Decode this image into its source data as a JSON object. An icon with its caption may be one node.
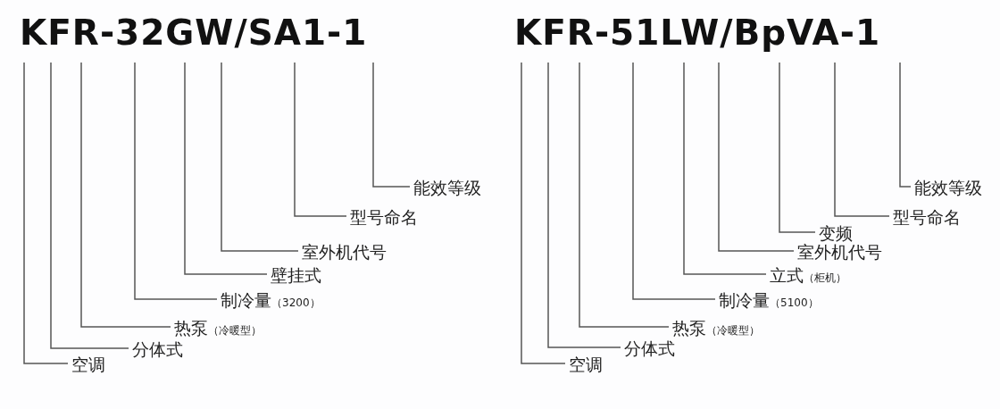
{
  "diagram": {
    "nodes": [
      {
        "text": [
          "空调"
        ]
      },
      {
        "text": [
          "分体式"
        ]
      },
      {
        "text": [
          "热泵",
          "（冷暖型）"
        ]
      },
      {
        "text": [
          "制冷量",
          "（3200）"
        ]
      },
      {
        "text": [
          "壁挂式"
        ]
      },
      {
        "text": [
          "室外机代号"
        ]
      },
      {
        "text": [
          "型号命名"
        ]
      },
      {
        "text": [
          "能效等级"
        ]
      },
      {
        "text": [
          "空调"
        ]
      },
      {
        "text": [
          "分体式"
        ]
      },
      {
        "text": [
          "热泵",
          "（冷暖型）"
        ]
      },
      {
        "text": [
          "制冷量",
          "（5100）"
        ]
      },
      {
        "text": [
          "立式",
          "（柜机）"
        ]
      },
      {
        "text": [
          "室外机代号"
        ]
      },
      {
        "text": [
          "变频"
        ]
      },
      {
        "text": [
          "型号命名"
        ]
      },
      {
        "text": [
          "能效等级"
        ]
      }
    ],
    "edges": [
      {
        "from": 0,
        "to": null,
        "arrow": "none"
      },
      {
        "from": 1,
        "to": null,
        "arrow": "none"
      },
      {
        "from": 2,
        "to": null,
        "arrow": "none"
      },
      {
        "from": 3,
        "to": null,
        "arrow": "none"
      },
      {
        "from": 4,
        "to": null,
        "arrow": "none"
      },
      {
        "from": 5,
        "to": null,
        "arrow": "none"
      },
      {
        "from": 6,
        "to": null,
        "arrow": "none"
      },
      {
        "from": 7,
        "to": null,
        "arrow": "none"
      },
      {
        "from": 8,
        "to": null,
        "arrow": "none"
      },
      {
        "from": 9,
        "to": null,
        "arrow": "none"
      },
      {
        "from": 10,
        "to": null,
        "arrow": "none"
      },
      {
        "from": 11,
        "to": null,
        "arrow": "none"
      },
      {
        "from": 12,
        "to": null,
        "arrow": "none"
      },
      {
        "from": 13,
        "to": null,
        "arrow": "none"
      },
      {
        "from": 14,
        "to": null,
        "arrow": "none"
      },
      {
        "from": 15,
        "to": null,
        "arrow": "none"
      },
      {
        "from": 16,
        "to": null,
        "arrow": "none"
      }
    ],
    "labels": [
      "KFR-32GW/SA1-1",
      "KFR-51LW/BpVA-1"
    ]
  }
}
